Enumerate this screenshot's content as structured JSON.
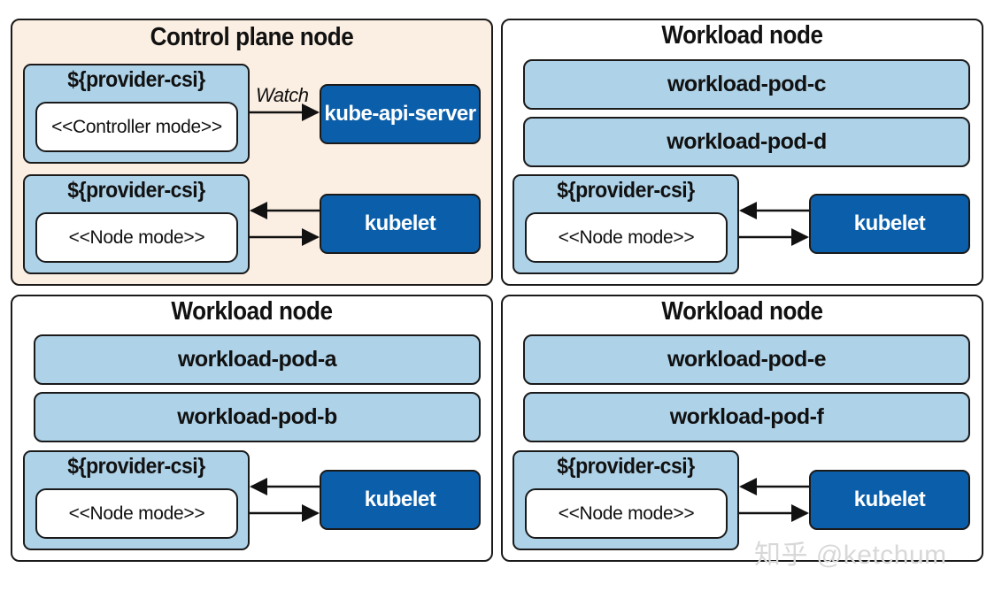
{
  "nodes": {
    "control": {
      "title": "Control plane node",
      "csi_controller": {
        "title": "${provider-csi}",
        "mode": "<<Controller mode>>"
      },
      "watch_label": "Watch",
      "api_server": "kube-api-server",
      "csi_node": {
        "title": "${provider-csi}",
        "mode": "<<Node mode>>"
      },
      "kubelet": "kubelet"
    },
    "workload_top_right": {
      "title": "Workload node",
      "pods": [
        "workload-pod-c",
        "workload-pod-d"
      ],
      "csi_node": {
        "title": "${provider-csi}",
        "mode": "<<Node mode>>"
      },
      "kubelet": "kubelet"
    },
    "workload_bottom_left": {
      "title": "Workload node",
      "pods": [
        "workload-pod-a",
        "workload-pod-b"
      ],
      "csi_node": {
        "title": "${provider-csi}",
        "mode": "<<Node mode>>"
      },
      "kubelet": "kubelet"
    },
    "workload_bottom_right": {
      "title": "Workload node",
      "pods": [
        "workload-pod-e",
        "workload-pod-f"
      ],
      "csi_node": {
        "title": "${provider-csi}",
        "mode": "<<Node mode>>"
      },
      "kubelet": "kubelet"
    }
  },
  "watermark": "知乎 @ketchum",
  "colors": {
    "control_bg": "#fbeee2",
    "light_blue": "#aed2e8",
    "dark_blue": "#0b5faa",
    "border": "#1a1a1a"
  }
}
